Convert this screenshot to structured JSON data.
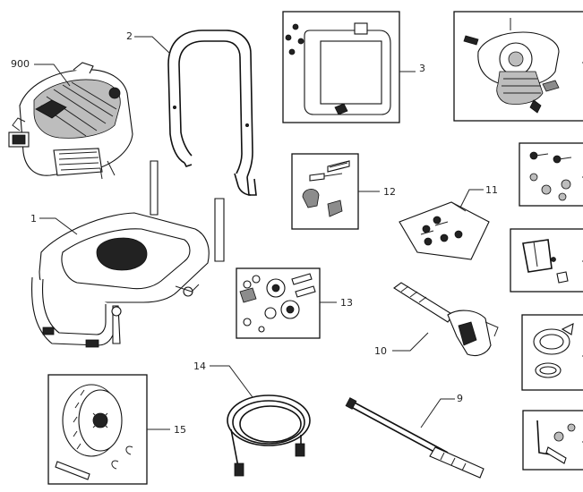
{
  "callouts": {
    "c900": "900",
    "c1": "1",
    "c2": "2",
    "c3": "3",
    "c9": "9",
    "c10": "10",
    "c11": "11",
    "c12": "12",
    "c13": "13",
    "c14": "14",
    "c15": "15"
  }
}
